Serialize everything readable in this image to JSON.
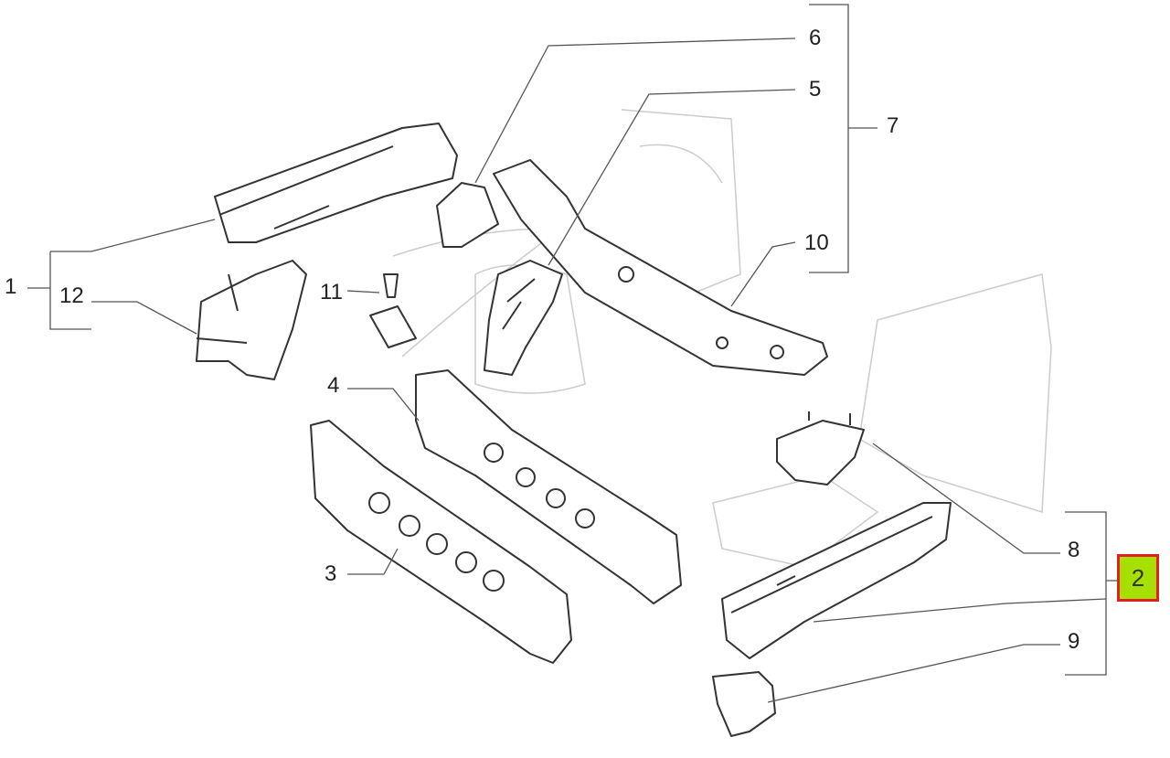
{
  "diagram": {
    "title": "Front structure parts diagram",
    "labels": {
      "l1": "1",
      "l2": "2",
      "l3": "3",
      "l4": "4",
      "l5": "5",
      "l6": "6",
      "l7": "7",
      "l8": "8",
      "l9": "9",
      "l10": "10",
      "l11": "11",
      "l12": "12"
    },
    "highlighted": "2",
    "colors": {
      "highlight_fill": "#a6e000",
      "highlight_border": "#e02020"
    }
  }
}
